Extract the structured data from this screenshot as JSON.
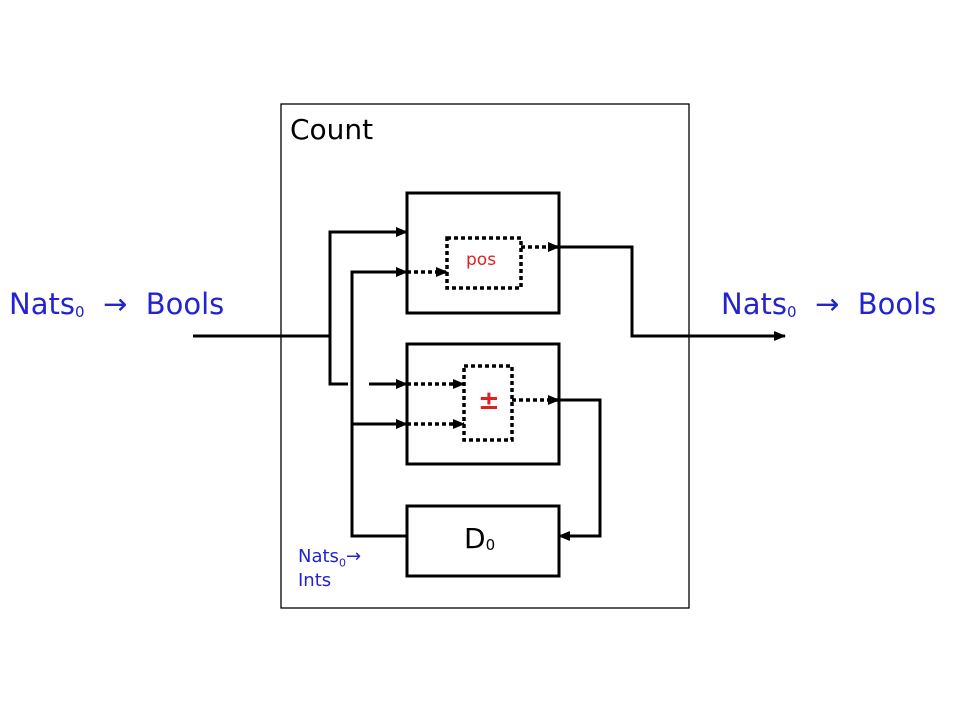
{
  "box": {
    "title": "Count"
  },
  "blocks": {
    "pos_label": "pos",
    "plusminus_label": "±",
    "delay_label": "D",
    "delay_sub": "0"
  },
  "signals": {
    "input": {
      "base": "Nats",
      "sub": "0",
      "arrow": "→",
      "target": "Bools"
    },
    "output": {
      "base": "Nats",
      "sub": "0",
      "arrow": "→",
      "target": "Bools"
    },
    "internal": {
      "base": "Nats",
      "sub": "0",
      "arrow": "→",
      "target": "Ints"
    }
  },
  "colors": {
    "signal": "#2323d0",
    "operator": "#e02020",
    "line": "#000000"
  }
}
